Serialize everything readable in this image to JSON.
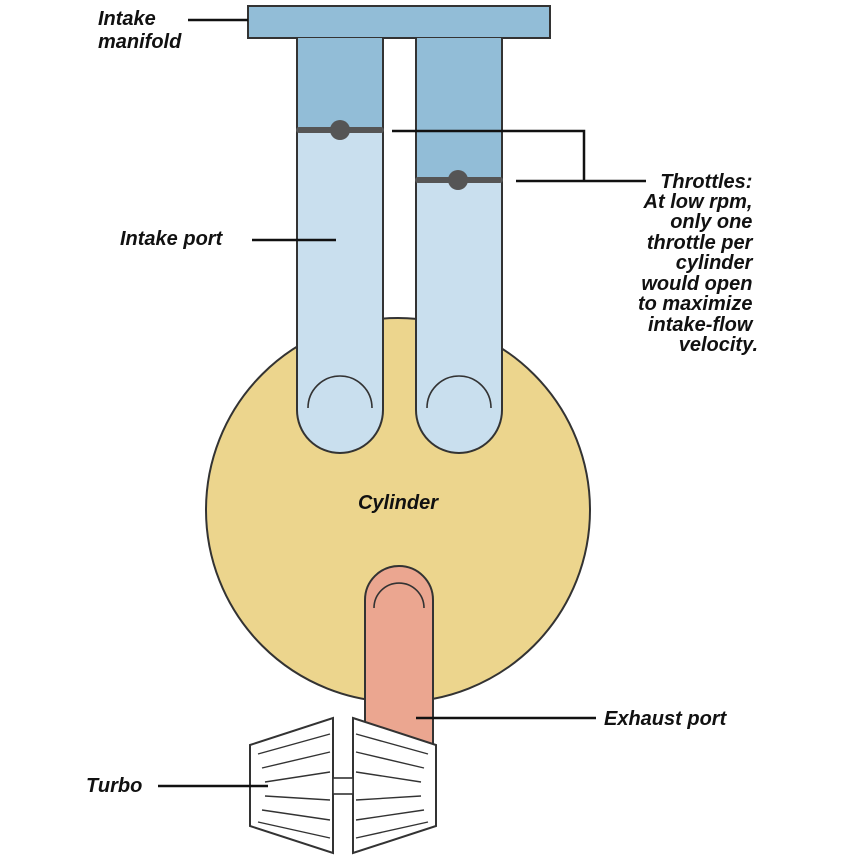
{
  "labels": {
    "intake_manifold": [
      "Intake",
      "manifold"
    ],
    "intake_port": "Intake port",
    "throttles": [
      "Throttles:",
      "At low rpm,",
      "only one",
      "throttle per",
      "cylinder",
      "would open",
      "to maximize",
      "intake-flow",
      "velocity."
    ],
    "cylinder": "Cylinder",
    "exhaust_port": "Exhaust port",
    "turbo": "Turbo"
  },
  "colors": {
    "manifold": "#92bdd7",
    "runner_dark": "#92bdd7",
    "runner_light": "#c9dfee",
    "cylinder": "#ecd58d",
    "exhaust": "#eba690",
    "outline": "#333333",
    "throttle": "#555555"
  }
}
